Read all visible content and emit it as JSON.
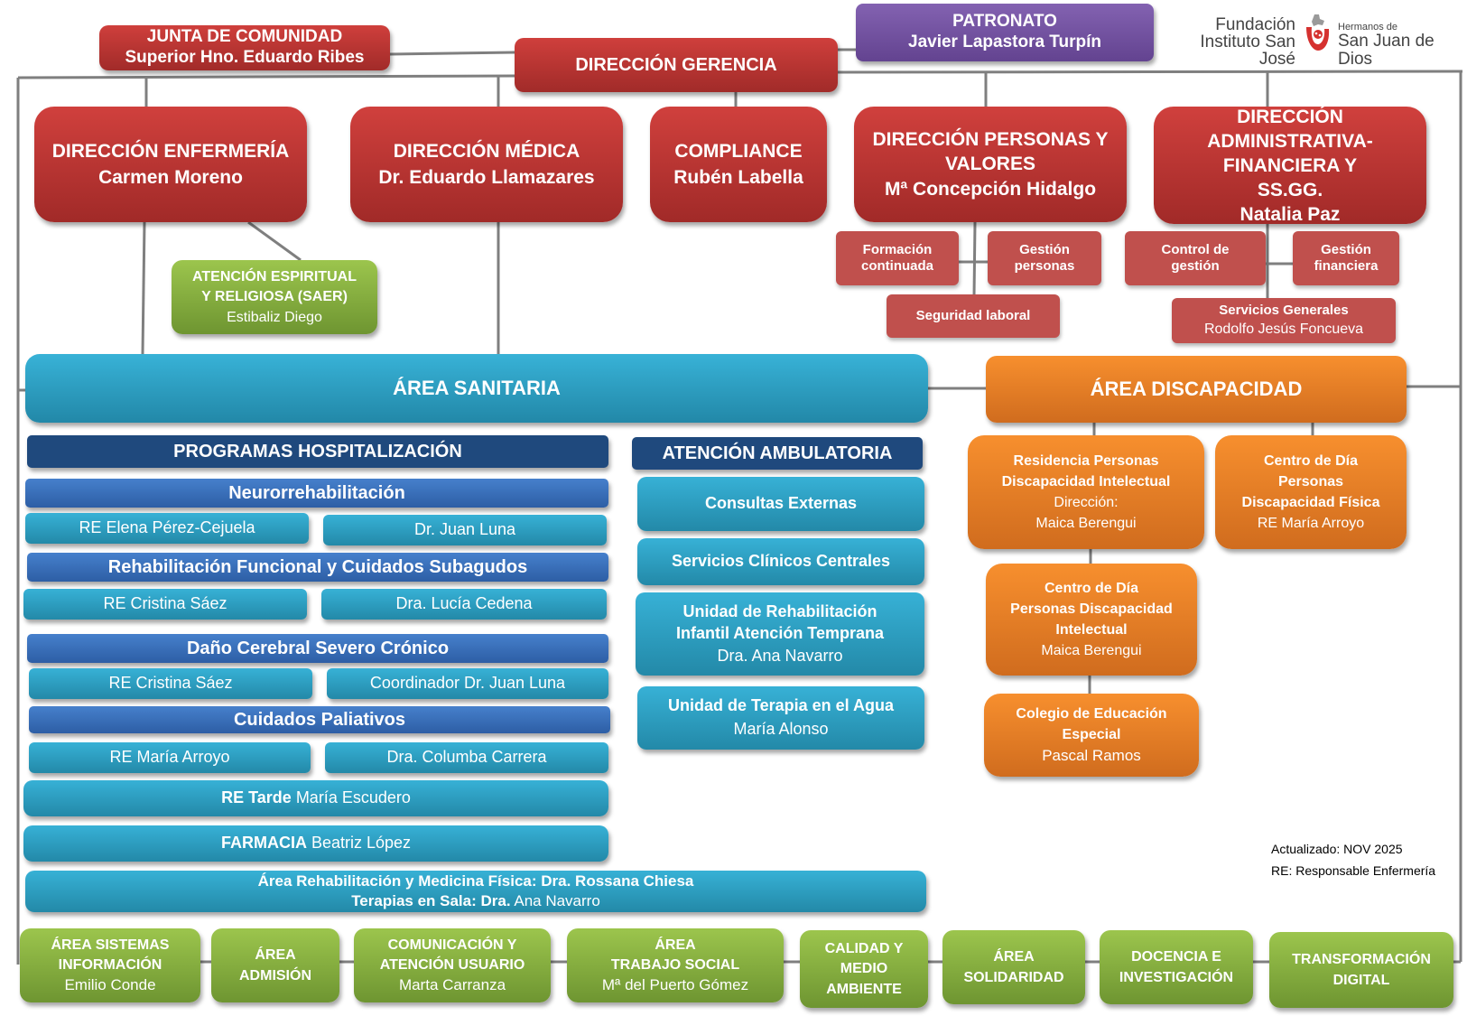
{
  "top": {
    "junta": {
      "title": "JUNTA DE COMUNIDAD",
      "person": "Superior Hno. Eduardo Ribes"
    },
    "gerencia": {
      "title": "DIRECCIÓN GERENCIA"
    },
    "patronato": {
      "title": "PATRONATO",
      "person": "Javier Lapastora Turpín"
    }
  },
  "logo": {
    "left_line1": "Fundación",
    "left_line2": "Instituto San José",
    "right_small": "Hermanos de",
    "right_big": "San Juan de Dios",
    "accent": "#d5312f"
  },
  "directions": [
    {
      "title": "DIRECCIÓN ENFERMERÍA",
      "person": "Carmen Moreno"
    },
    {
      "title": "DIRECCIÓN MÉDICA",
      "person": "Dr. Eduardo Llamazares"
    },
    {
      "title": "COMPLIANCE",
      "person": "Rubén Labella"
    },
    {
      "title": "DIRECCIÓN PERSONAS Y VALORES",
      "person": "Mª Concepción Hidalgo"
    },
    {
      "title": "DIRECCIÓN ADMINISTRATIVA-FINANCIERA Y SS.GG.",
      "person": "Natalia Paz"
    }
  ],
  "personas_sub": {
    "formacion": "Formación continuada",
    "gestion_personas": "Gestión personas",
    "seguridad": "Seguridad laboral"
  },
  "admin_sub": {
    "control": "Control de gestión",
    "gestion_financiera": "Gestión financiera",
    "servicios_title": "Servicios Generales",
    "servicios_person": "Rodolfo Jesús Foncueva"
  },
  "saer": {
    "title_line1": "ATENCIÓN ESPIRITUAL",
    "title_line2": "Y RELIGIOSA (SAER)",
    "person": "Estibaliz Diego"
  },
  "area_sanitaria": {
    "title": "ÁREA SANITARIA",
    "hospitalizacion": {
      "header": "PROGRAMAS HOSPITALIZACIÓN",
      "programs": [
        {
          "name": "Neurorrehabilitación",
          "left": "RE Elena Pérez-Cejuela",
          "right": "Dr. Juan Luna"
        },
        {
          "name": "Rehabilitación Funcional y Cuidados Subagudos",
          "left": "RE Cristina Sáez",
          "right": "Dra. Lucía Cedena"
        },
        {
          "name": "Daño Cerebral Severo Crónico",
          "left": "RE Cristina Sáez",
          "right": "Coordinador Dr. Juan Luna"
        },
        {
          "name": "Cuidados Paliativos",
          "left": "RE María Arroyo",
          "right": "Dra. Columba Carrera"
        }
      ],
      "re_tarde": {
        "label": "RE Tarde",
        "person": "María Escudero"
      },
      "farmacia": {
        "label": "FARMACIA",
        "person": "Beatriz López"
      }
    },
    "rehab_area": {
      "line1": "Área Rehabilitación y Medicina Física: Dra. Rossana Chiesa",
      "line2_label": "Terapias en Sala: Dra.",
      "line2_person": "Ana Navarro"
    },
    "ambulatoria": {
      "header": "ATENCIÓN AMBULATORIA",
      "items": [
        {
          "title": "Consultas Externas",
          "title2": "",
          "person": ""
        },
        {
          "title": "Servicios Clínicos Centrales",
          "title2": "",
          "person": ""
        },
        {
          "title": "Unidad de Rehabilitación",
          "title2": "Infantil Atención Temprana",
          "person": "Dra. Ana Navarro"
        },
        {
          "title": "Unidad de Terapia en el Agua",
          "title2": "",
          "person": "María Alonso"
        }
      ]
    }
  },
  "area_discapacidad": {
    "title": "ÁREA DISCAPACIDAD",
    "residencia": {
      "line1": "Residencia Personas",
      "line2": "Discapacidad Intelectual",
      "line3": "Dirección:",
      "person": "Maica Berengui"
    },
    "centro_fisica": {
      "line1": "Centro de Día",
      "line2": "Personas",
      "line3": "Discapacidad Física",
      "person": "RE María Arroyo"
    },
    "centro_intelectual": {
      "line1": "Centro de Día",
      "line2": "Personas Discapacidad",
      "line3": "Intelectual",
      "person": "Maica Berengui"
    },
    "colegio": {
      "line1": "Colegio de Educación",
      "line2": "Especial",
      "person": "Pascal Ramos"
    }
  },
  "footnote": {
    "updated": "Actualizado:  NOV 2025",
    "legend": "RE: Responsable Enfermería"
  },
  "bottom_areas": [
    {
      "line1": "ÁREA SISTEMAS",
      "line2": "INFORMACIÓN",
      "line3": "",
      "person": "Emilio Conde"
    },
    {
      "line1": "ÁREA",
      "line2": "ADMISIÓN",
      "line3": "",
      "person": ""
    },
    {
      "line1": "COMUNICACIÓN Y",
      "line2": "ATENCIÓN USUARIO",
      "line3": "",
      "person": "Marta Carranza"
    },
    {
      "line1": "ÁREA",
      "line2": "TRABAJO SOCIAL",
      "line3": "",
      "person": "Mª del Puerto Gómez"
    },
    {
      "line1": "CALIDAD  Y",
      "line2": "MEDIO",
      "line3": "AMBIENTE",
      "person": ""
    },
    {
      "line1": "ÁREA",
      "line2": "SOLIDARIDAD",
      "line3": "",
      "person": ""
    },
    {
      "line1": "DOCENCIA E",
      "line2": "INVESTIGACIÓN",
      "line3": "",
      "person": ""
    },
    {
      "line1": "TRANSFORMACIÓN",
      "line2": "DIGITAL",
      "line3": "",
      "person": ""
    }
  ]
}
